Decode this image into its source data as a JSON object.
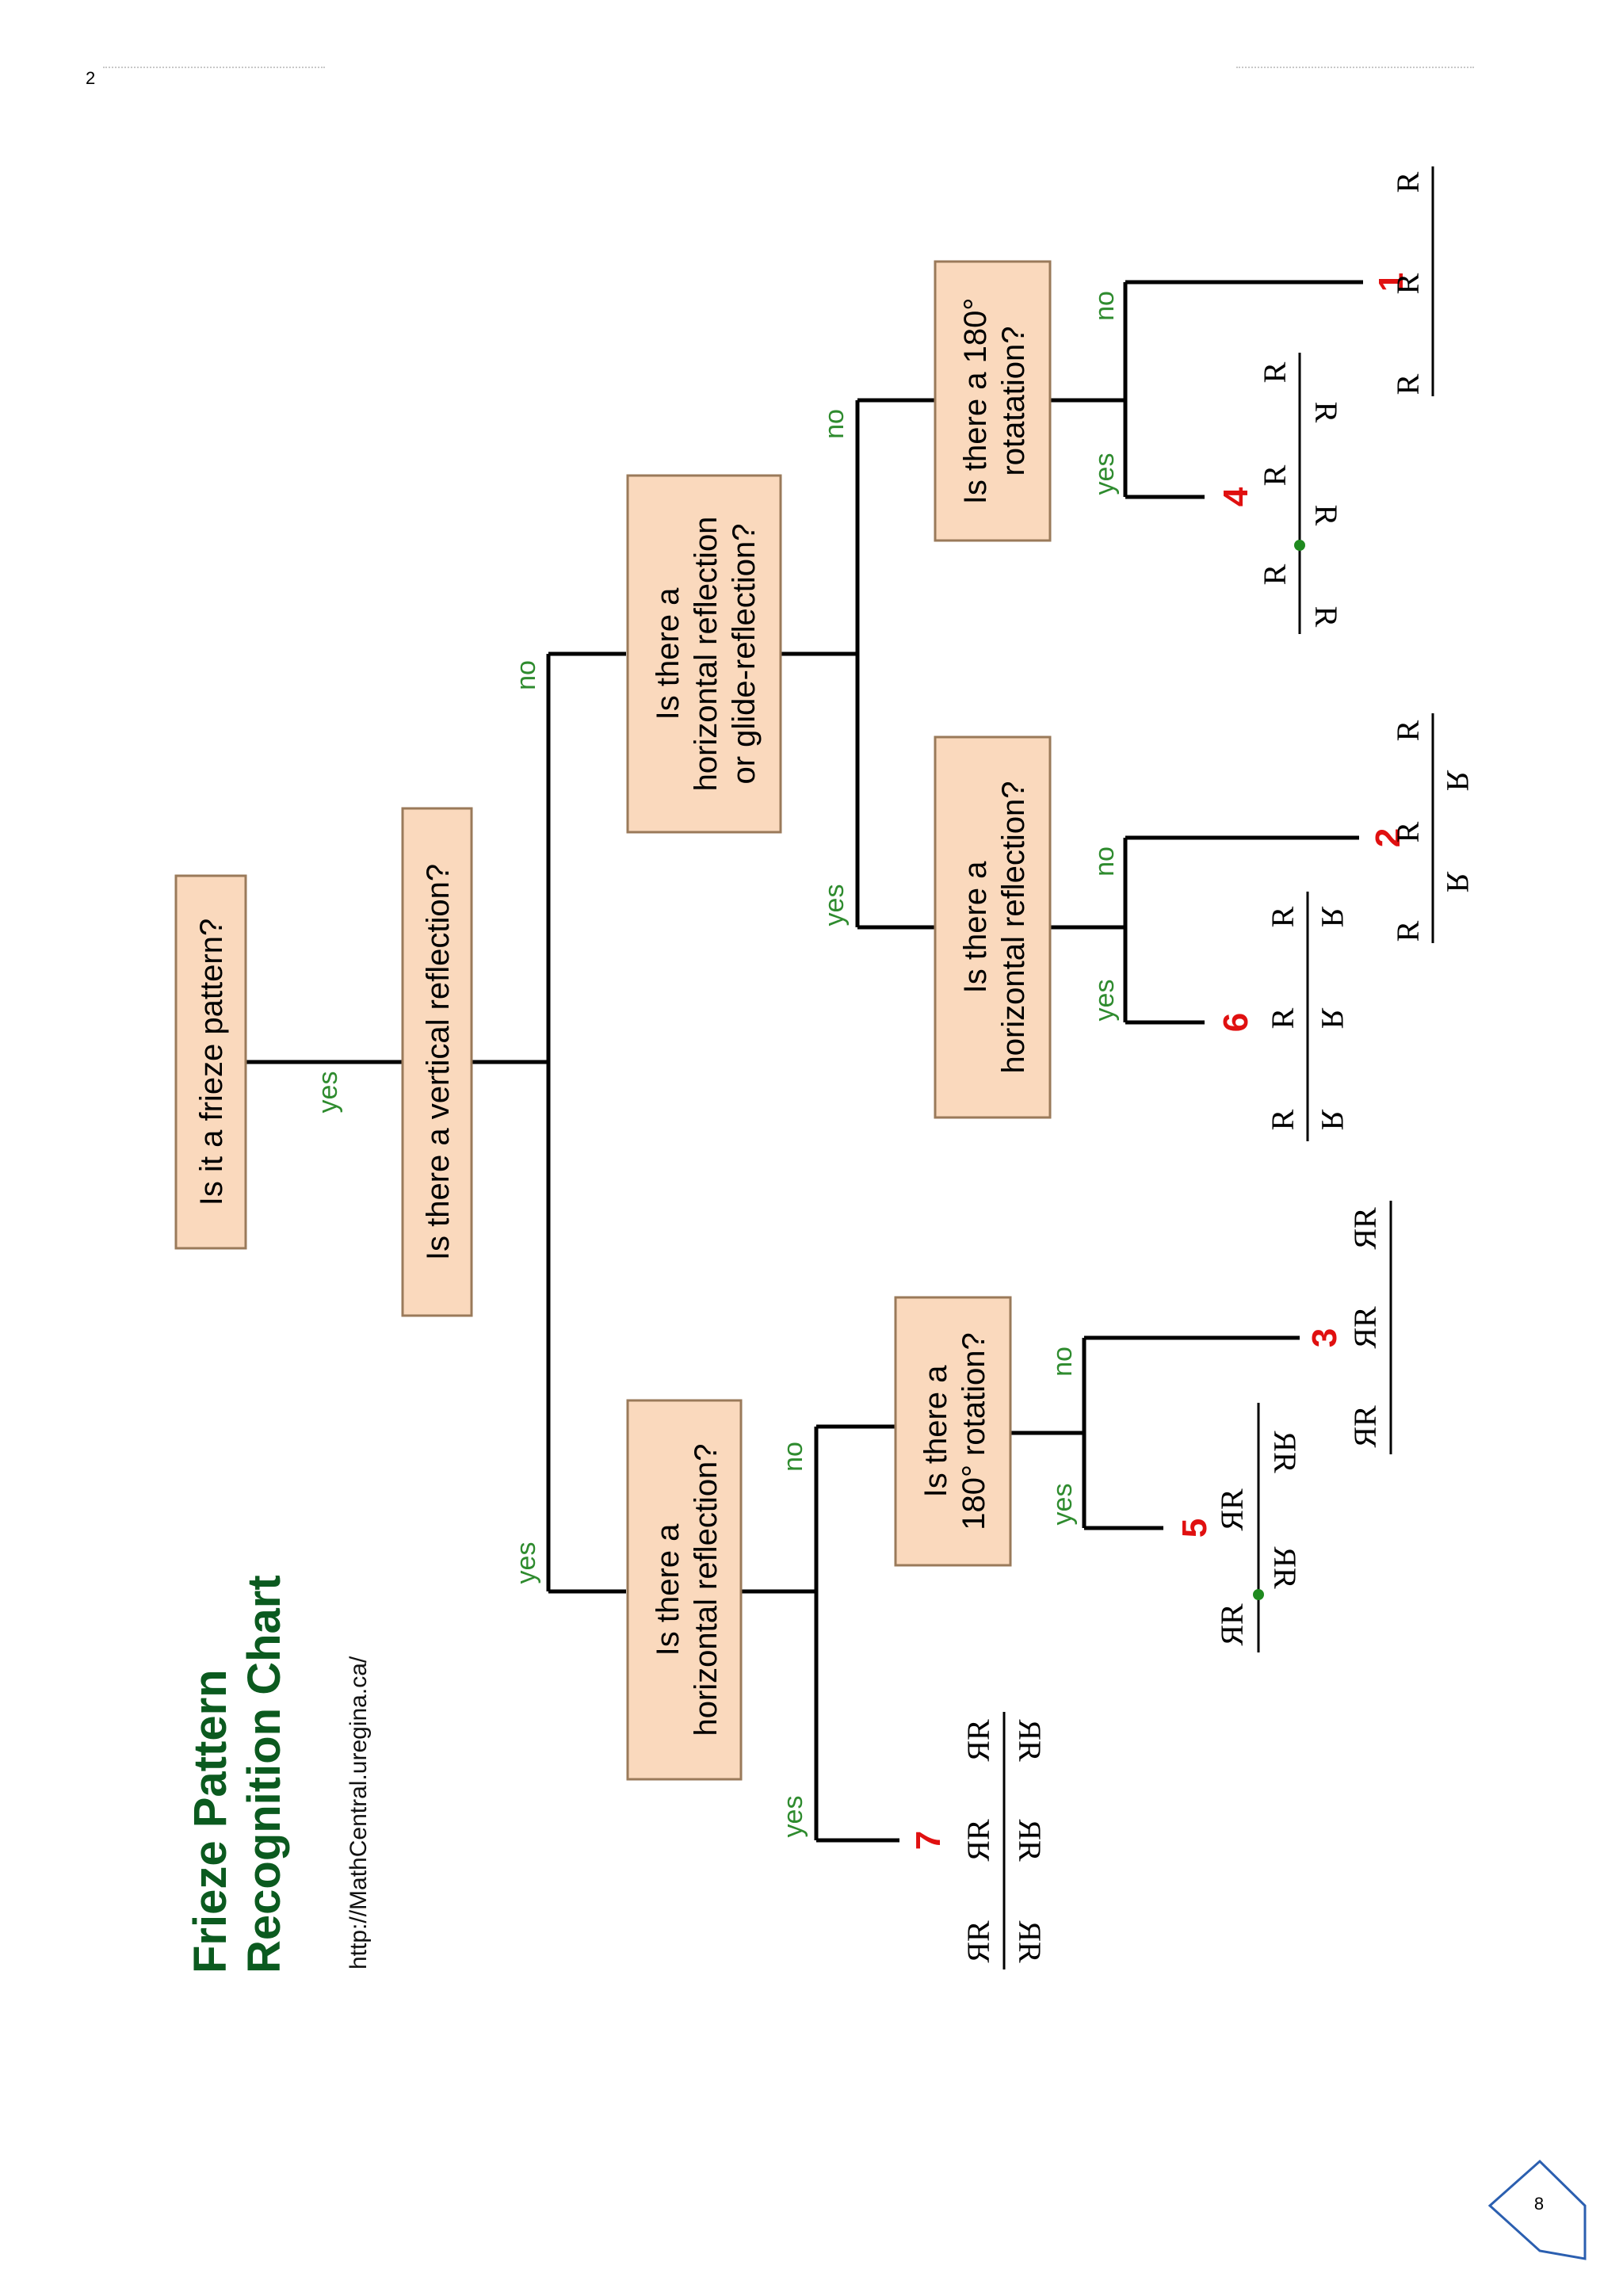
{
  "header": {
    "left_mark": "2",
    "page_number": "8"
  },
  "chart": {
    "title_line1": "Frieze Pattern",
    "title_line2": "Recognition Chart",
    "url": "http://MathCentral.uregina.ca/",
    "colors": {
      "title": "#0b5a1f",
      "box_fill": "#fad9bd",
      "box_stroke": "#9a7a5a",
      "branch_label": "#2e8b2e",
      "number": "#e01010",
      "line": "#000000",
      "dot": "#1f8a1f"
    }
  },
  "questions": {
    "q_frieze": "Is it a frieze pattern?",
    "q_vertical": "Is there a vertical reflection?",
    "q_horizontal_left": [
      "Is there a",
      "horizontal reflection?"
    ],
    "q_horizontal_glide": [
      "Is there a",
      "horizontal reflection",
      "or glide-reflection?"
    ],
    "q_rotation_left": [
      "Is there a",
      "180° rotation?"
    ],
    "q_horizontal_right": [
      "Is there a",
      "horizontal reflection?"
    ],
    "q_rotation_right": [
      "Is there a 180°",
      "rotatation?"
    ]
  },
  "branch_labels": {
    "yes": "yes",
    "no": "no"
  },
  "patterns": {
    "p1": {
      "number": "1",
      "glyph": "R"
    },
    "p2": {
      "number": "2",
      "glyph": "R"
    },
    "p3": {
      "number": "3",
      "glyph": "ЯR"
    },
    "p4": {
      "number": "4",
      "glyph": "R"
    },
    "p5": {
      "number": "5",
      "glyph": "ЯR"
    },
    "p6": {
      "number": "6",
      "glyph": "R"
    },
    "p7": {
      "number": "7",
      "glyph": "ЯR"
    }
  }
}
